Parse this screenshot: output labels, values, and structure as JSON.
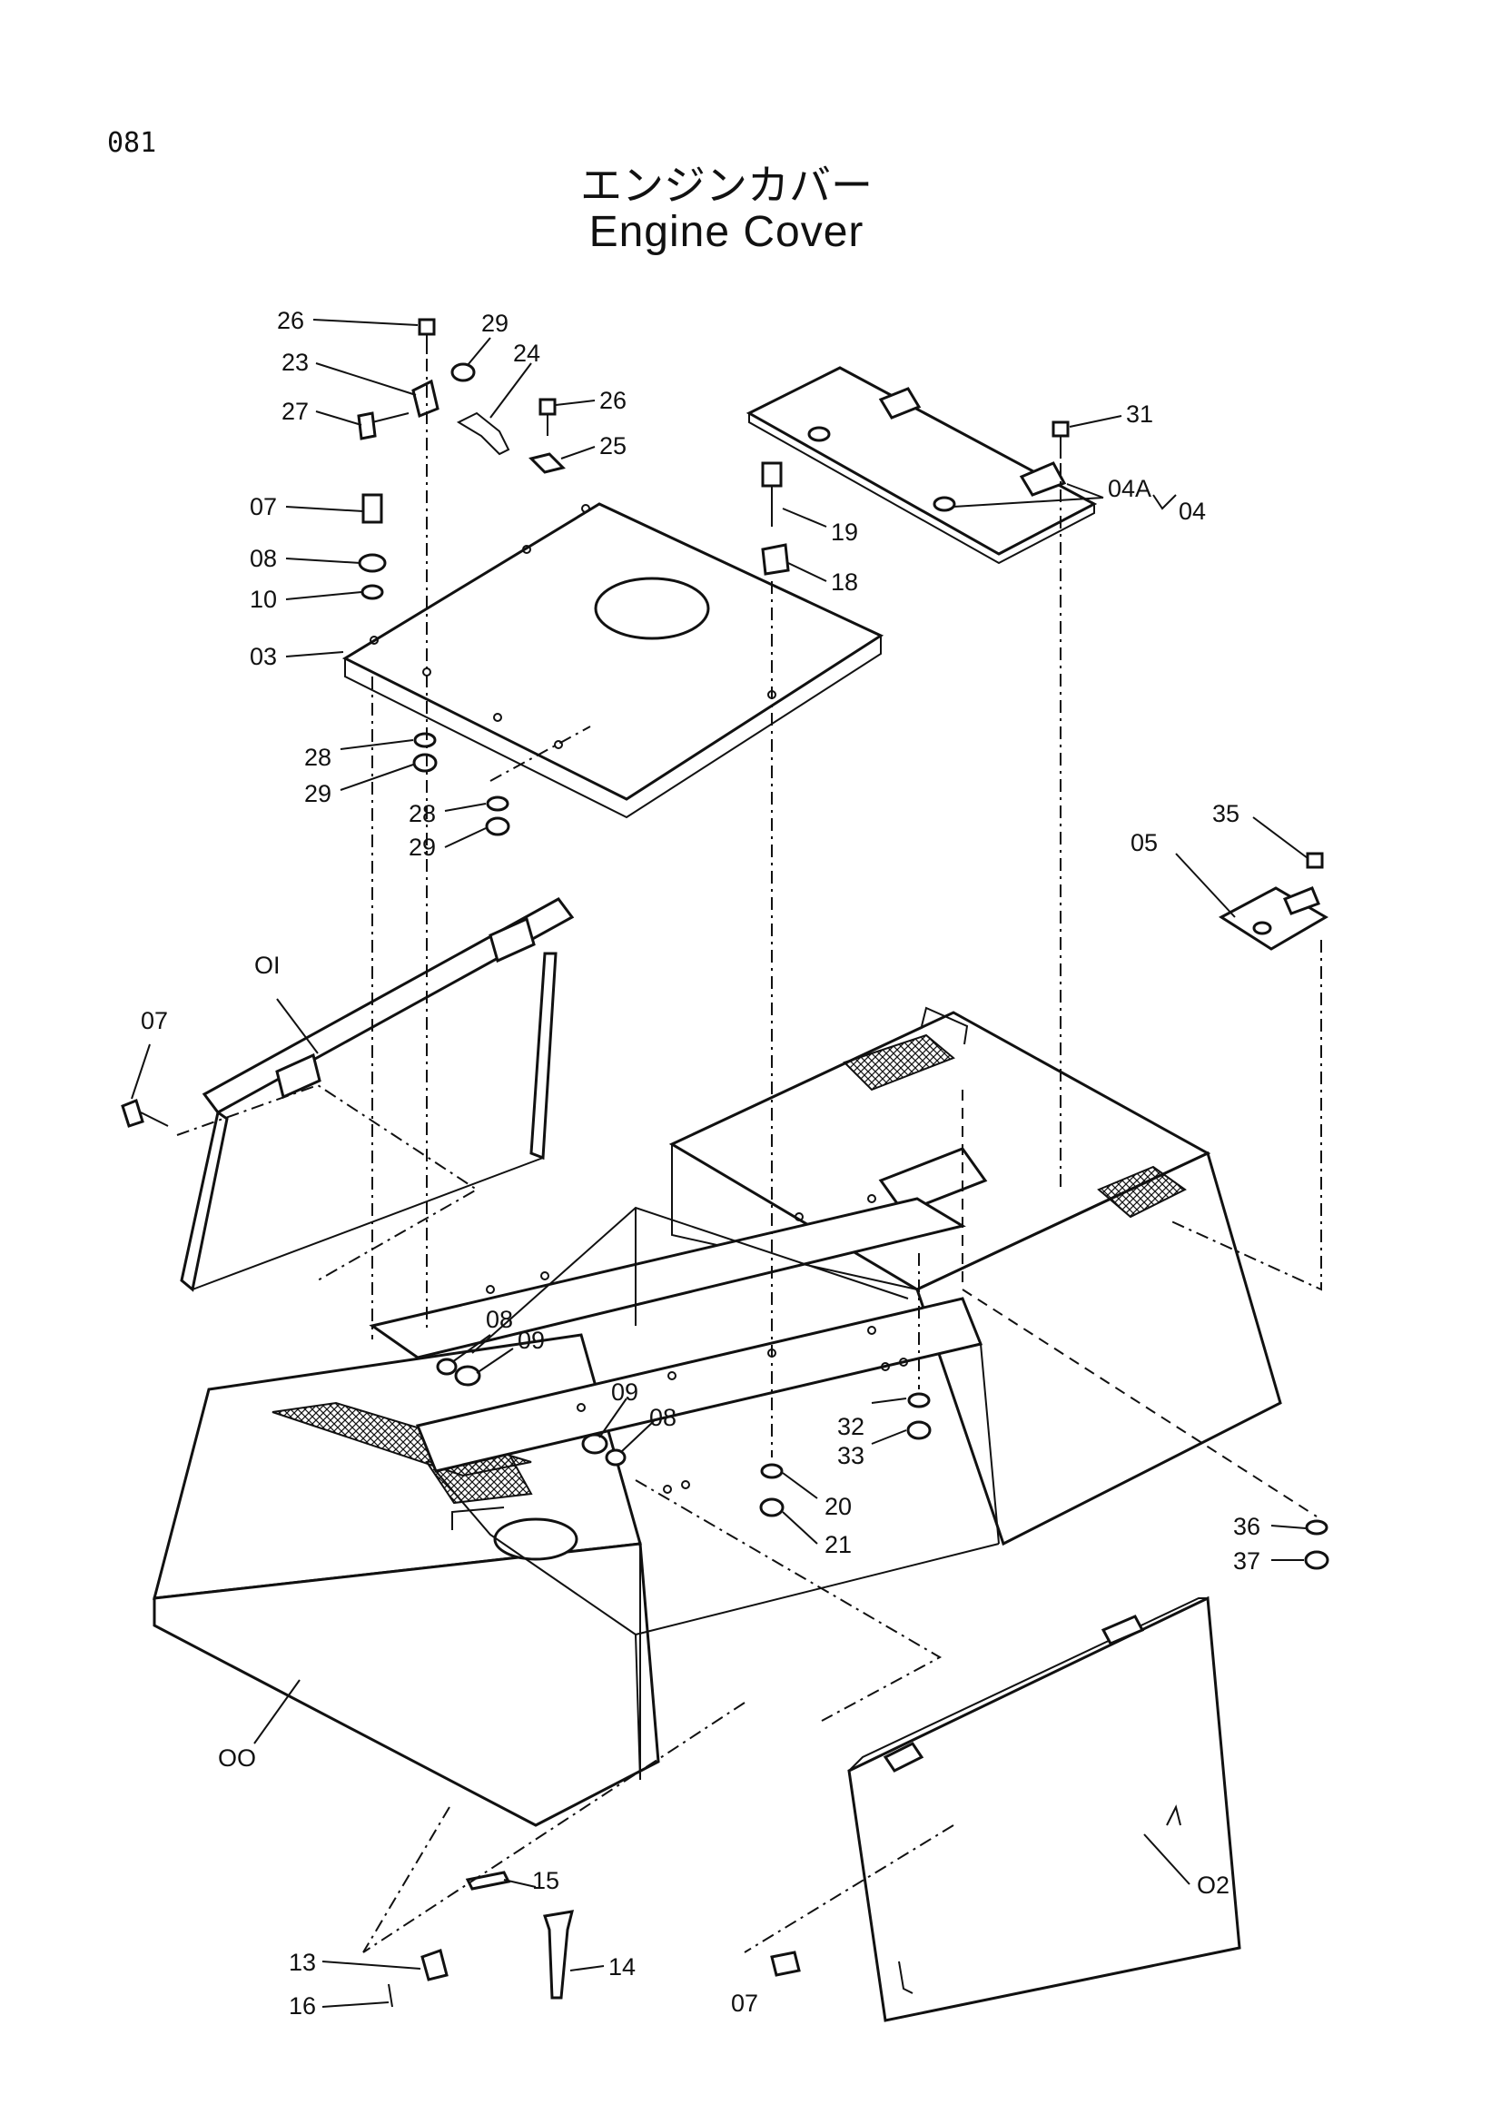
{
  "page": {
    "number": "081"
  },
  "title": {
    "japanese": "エンジンカバー",
    "english": "Engine Cover"
  },
  "callouts": [
    {
      "id": "c-26a",
      "text": "26"
    },
    {
      "id": "c-29a",
      "text": "29"
    },
    {
      "id": "c-23",
      "text": "23"
    },
    {
      "id": "c-24",
      "text": "24"
    },
    {
      "id": "c-27",
      "text": "27"
    },
    {
      "id": "c-26b",
      "text": "26"
    },
    {
      "id": "c-25",
      "text": "25"
    },
    {
      "id": "c-07a",
      "text": "07"
    },
    {
      "id": "c-08a",
      "text": "08"
    },
    {
      "id": "c-10",
      "text": "10"
    },
    {
      "id": "c-03",
      "text": "03"
    },
    {
      "id": "c-19",
      "text": "19"
    },
    {
      "id": "c-18",
      "text": "18"
    },
    {
      "id": "c-31",
      "text": "31"
    },
    {
      "id": "c-04a",
      "text": "04A"
    },
    {
      "id": "c-04",
      "text": "04"
    },
    {
      "id": "c-28a",
      "text": "28"
    },
    {
      "id": "c-29b",
      "text": "29"
    },
    {
      "id": "c-28b",
      "text": "28"
    },
    {
      "id": "c-29c",
      "text": "29"
    },
    {
      "id": "c-35",
      "text": "35"
    },
    {
      "id": "c-05",
      "text": "05"
    },
    {
      "id": "c-01",
      "text": "OI"
    },
    {
      "id": "c-07b",
      "text": "07"
    },
    {
      "id": "c-08b",
      "text": "08"
    },
    {
      "id": "c-09a",
      "text": "09"
    },
    {
      "id": "c-09b",
      "text": "09"
    },
    {
      "id": "c-08c",
      "text": "08"
    },
    {
      "id": "c-32",
      "text": "32"
    },
    {
      "id": "c-33",
      "text": "33"
    },
    {
      "id": "c-20",
      "text": "20"
    },
    {
      "id": "c-21",
      "text": "21"
    },
    {
      "id": "c-36",
      "text": "36"
    },
    {
      "id": "c-37",
      "text": "37"
    },
    {
      "id": "c-00",
      "text": "OO"
    },
    {
      "id": "c-15",
      "text": "15"
    },
    {
      "id": "c-13",
      "text": "13"
    },
    {
      "id": "c-14",
      "text": "14"
    },
    {
      "id": "c-16",
      "text": "16"
    },
    {
      "id": "c-07c",
      "text": "07"
    },
    {
      "id": "c-02",
      "text": "O2"
    }
  ]
}
